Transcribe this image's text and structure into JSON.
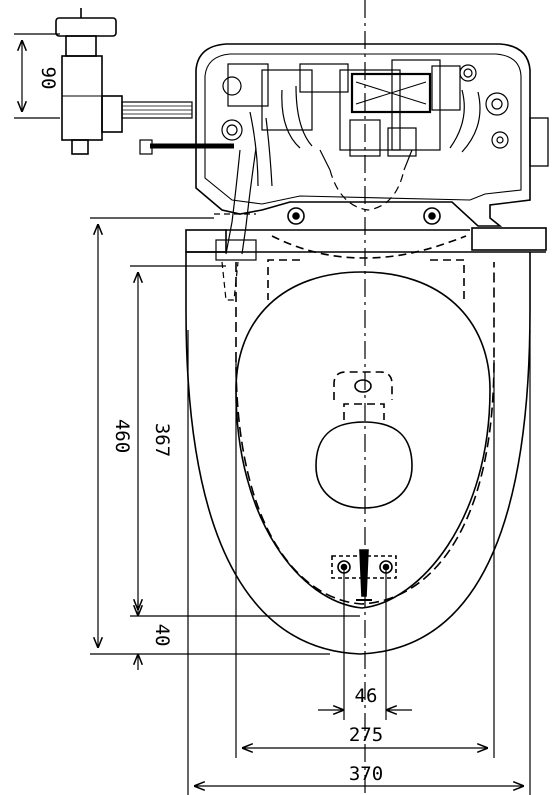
{
  "drawing": {
    "dimensions": {
      "inlet_offset": "90",
      "total_length": "460",
      "seat_length": "367",
      "rear_offset": "40",
      "hinge_spacing": "46",
      "inner_width": "275",
      "overall_width": "370"
    },
    "colors": {
      "line": "#000000",
      "background": "#ffffff"
    }
  }
}
